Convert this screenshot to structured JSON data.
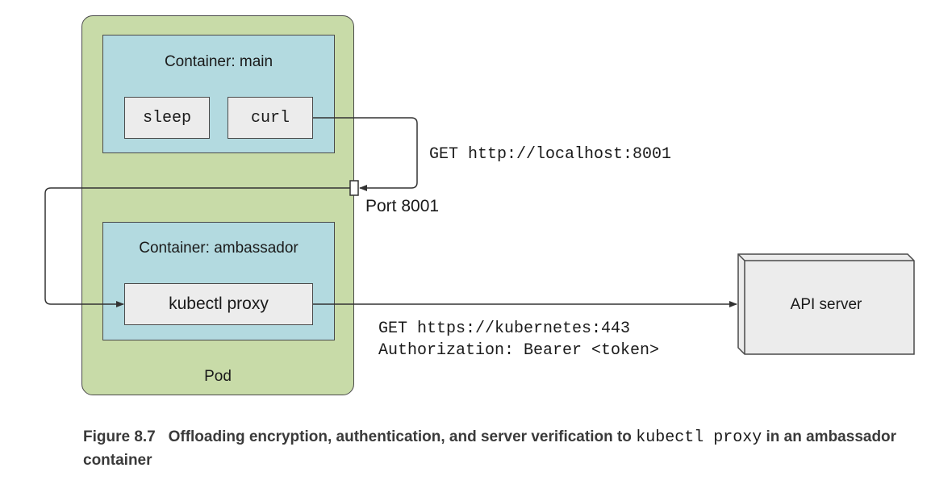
{
  "pod": {
    "label": "Pod"
  },
  "container_main": {
    "label": "Container: main",
    "processes": [
      "sleep",
      "curl"
    ]
  },
  "container_ambassador": {
    "label": "Container: ambassador",
    "process": "kubectl proxy"
  },
  "port": {
    "label": "Port 8001"
  },
  "request_local": {
    "label": "GET http://localhost:8001"
  },
  "request_api": {
    "line1": "GET https://kubernetes:443",
    "line2": "Authorization: Bearer <token>"
  },
  "api_server": {
    "label": "API server"
  },
  "caption": {
    "prefix": "Figure 8.7",
    "text_before": "Offloading encryption, authentication, and server verification to",
    "code": "kubectl proxy",
    "text_after": "in an ambassador container"
  },
  "colors": {
    "pod_fill": "#c8dba8",
    "container_fill": "#b3dae0",
    "box_fill": "#ececec",
    "stroke": "#4a4a4a"
  }
}
